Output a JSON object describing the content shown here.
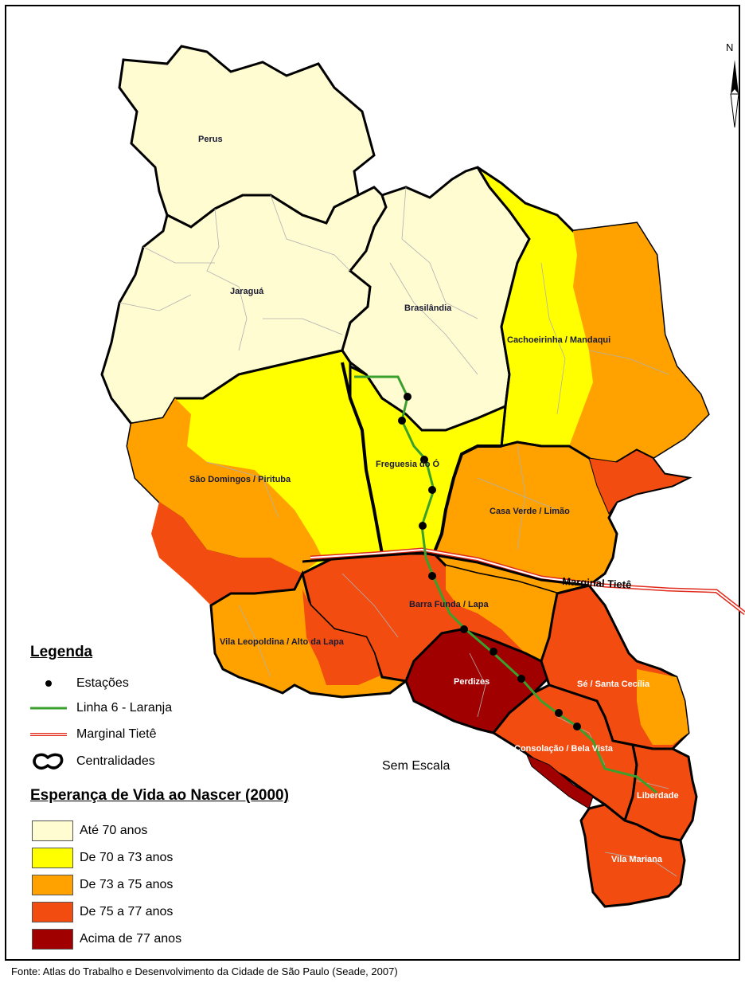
{
  "map": {
    "districts": [
      {
        "name": "Perus",
        "class": "ate70"
      },
      {
        "name": "Jaraguá",
        "class": "ate70"
      },
      {
        "name": "Brasilândia",
        "class": "ate70"
      },
      {
        "name": "Cachoeirinha / Mandaqui",
        "class": "de70a73"
      },
      {
        "name": "Freguesia do Ó",
        "class": "de70a73"
      },
      {
        "name": "São Domingos / Pirituba",
        "class": "de70a73"
      },
      {
        "name": "Casa Verde / Limão",
        "class": "de73a75"
      },
      {
        "name": "Barra Funda / Lapa",
        "class": "de75a77"
      },
      {
        "name": "Vila Leopoldina / Alto da Lapa",
        "class": "de73a75"
      },
      {
        "name": "Perdizes",
        "class": "acima77"
      },
      {
        "name": "Sé / Santa Cecília",
        "class": "de75a77"
      },
      {
        "name": "Consolação / Bela Vista",
        "class": "de75a77"
      },
      {
        "name": "Liberdade",
        "class": "de75a77"
      },
      {
        "name": "Vila Mariana",
        "class": "de75a77"
      }
    ],
    "road_label": "Marginal Tietê",
    "north_label": "N",
    "scale_note": "Sem Escala"
  },
  "legend": {
    "title": "Legenda",
    "items": [
      {
        "symbol": "station-dot",
        "label": "Estações"
      },
      {
        "symbol": "green-line",
        "label": "Linha 6 - Laranja"
      },
      {
        "symbol": "red-double-line",
        "label": "Marginal Tietê"
      },
      {
        "symbol": "outline-shape",
        "label": "Centralidades"
      }
    ]
  },
  "life_expectancy": {
    "title": "Esperança de Vida ao Nascer (2000)",
    "classes": [
      {
        "label": "Até 70 anos",
        "color": "#fffcd2"
      },
      {
        "label": "De 70 a 73 anos",
        "color": "#ffff00"
      },
      {
        "label": "De 73 a 75 anos",
        "color": "#ffa200"
      },
      {
        "label": "De 75 a 77 anos",
        "color": "#f24c10"
      },
      {
        "label": "Acima de 77 anos",
        "color": "#a00000"
      }
    ]
  },
  "source": "Fonte: Atlas do Trabalho e Desenvolvimento da Cidade de São Paulo (Seade, 2007)"
}
